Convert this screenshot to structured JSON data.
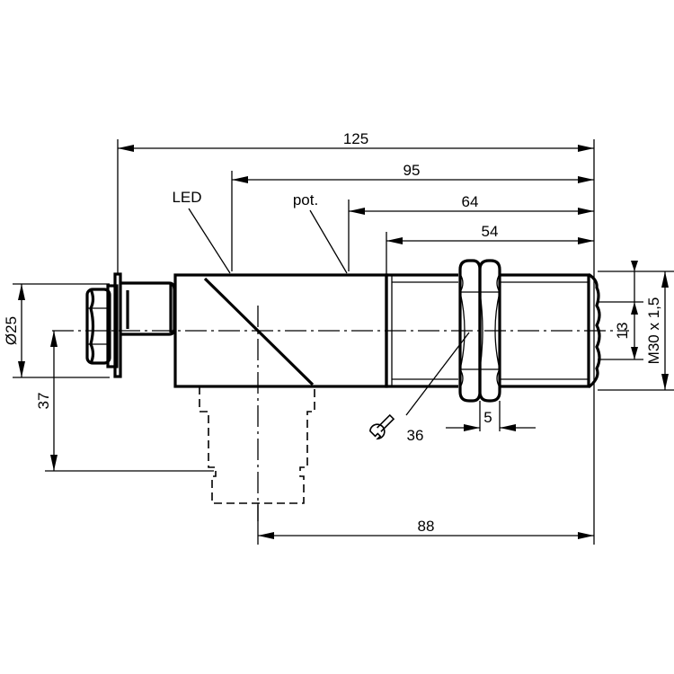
{
  "labels": {
    "led": "LED",
    "pot": "pot.",
    "wrench_size": "36"
  },
  "dimensions": {
    "overall_length": "125",
    "length_95": "95",
    "length_64": "64",
    "thread_length": "54",
    "diameter": "Ø25",
    "height_37": "37",
    "nut_thickness": "5",
    "connector_length": "88",
    "lens_13": "13",
    "thread_spec": "M30 x 1,5"
  },
  "icons": {
    "wrench": "wrench-icon"
  }
}
